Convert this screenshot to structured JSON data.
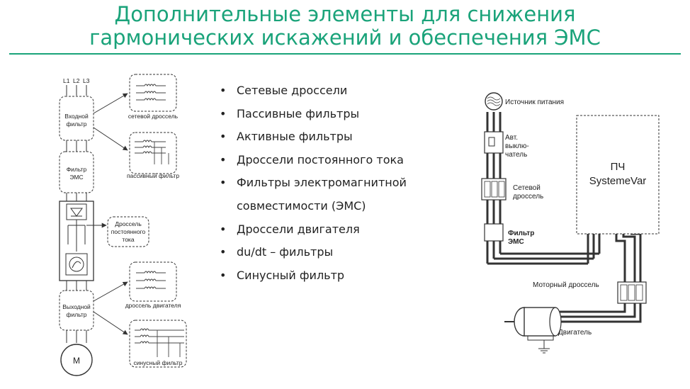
{
  "title": {
    "line1": "Дополнительные элементы для снижения",
    "line2": "гармонических искажений и обеспечения ЭМС"
  },
  "bullets": [
    "Сетевые дроссели",
    "Пассивные фильтры",
    "Активные фильтры",
    "Дроссели постоянного тока",
    "Фильтры электромагнитной",
    "совместимости (ЭМС)",
    "Дроссели двигателя",
    "du/dt – фильтры",
    "Синусный фильтр"
  ],
  "left_diagram": {
    "phase_labels": [
      "L1",
      "L2",
      "L3"
    ],
    "input_filter_line1": "Входной",
    "input_filter_line2": "фильтр",
    "emc_filter_line1": "Фильтр",
    "emc_filter_line2": "ЭМС",
    "output_filter_line1": "Выходной",
    "output_filter_line2": "фильтр",
    "motor_label": "M",
    "line_choke_caption": "сетевой дроссель",
    "passive_filter_caption": "пассивный фильтр",
    "dc_choke_line1": "Дроссель",
    "dc_choke_line2": "постоянного",
    "dc_choke_line3": "тока",
    "motor_choke_caption": "дроссель двигателя",
    "sine_filter_caption": "синусный фильтр"
  },
  "right_diagram": {
    "power_source": "Источник питания",
    "breaker_line1": "Авт.",
    "breaker_line2": "выклю-",
    "breaker_line3": "чатель",
    "line_choke_line1": "Сетевой",
    "line_choke_line2": "дроссель",
    "emc_filter_line1": "Фильтр",
    "emc_filter_line2": "ЭМС",
    "drive_line1": "ПЧ",
    "drive_line2": "SystemeVar",
    "motor_choke": "Моторный дроссель",
    "motor": "Двигатель"
  },
  "colors": {
    "accent": "#1aa37a",
    "text": "#222222",
    "line": "#333333"
  }
}
